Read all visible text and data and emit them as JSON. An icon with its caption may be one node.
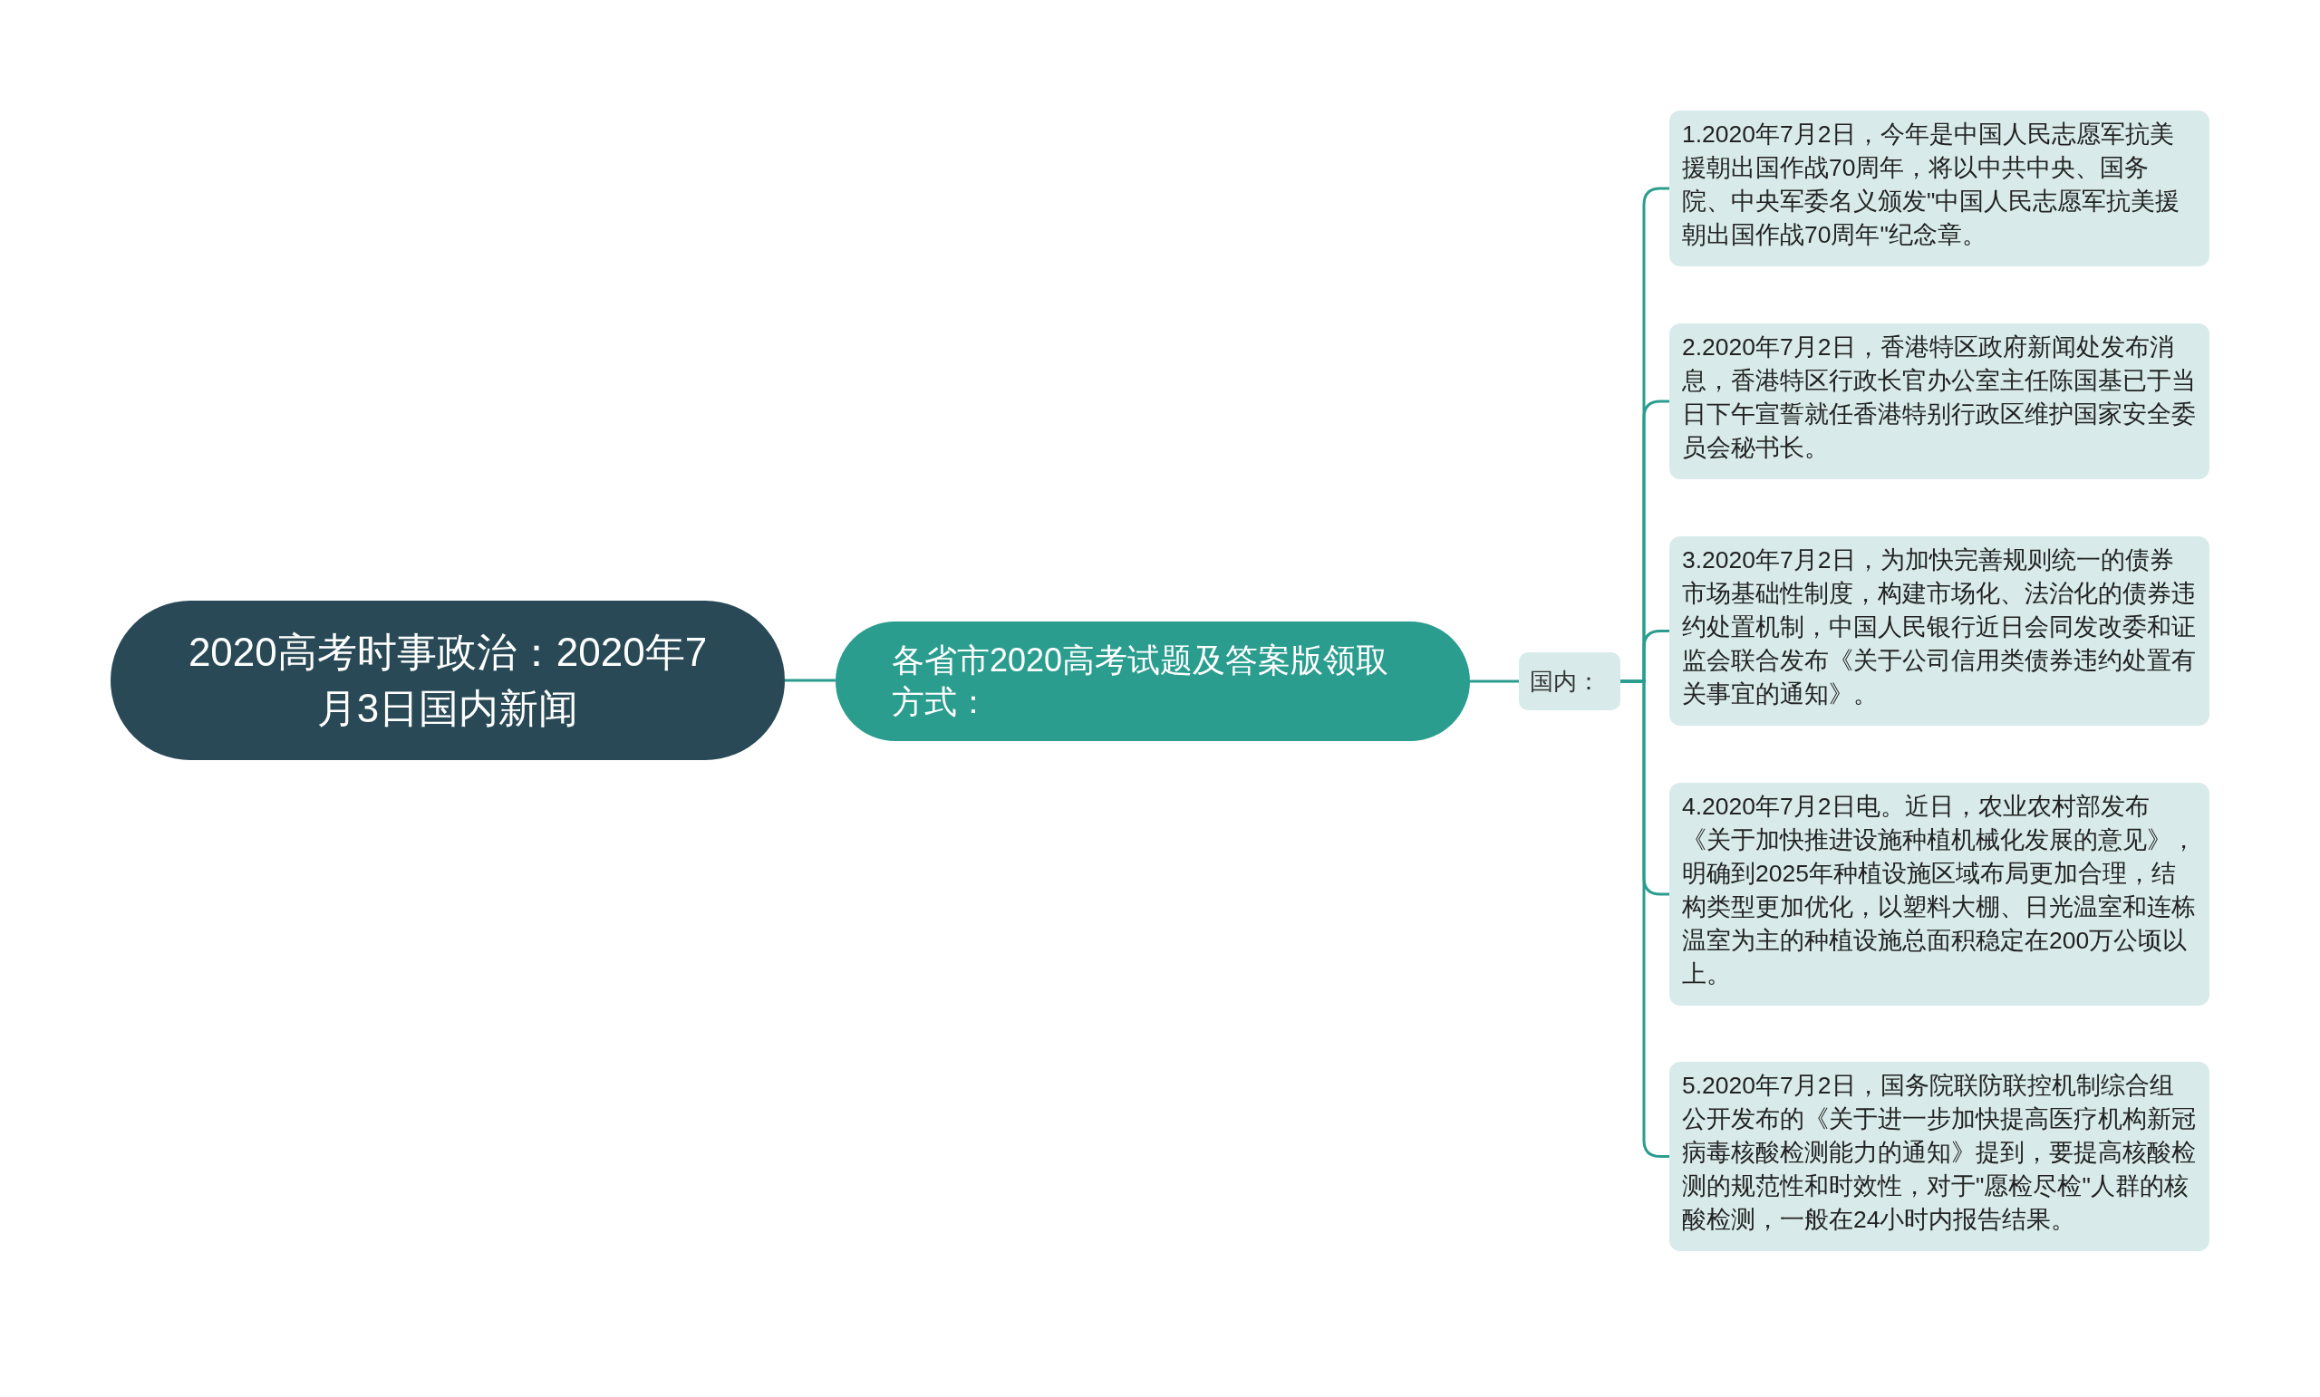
{
  "diagram": {
    "nodes": [
      {
        "text": [
          "2020高考时事政治：2020年7月3日国内新闻"
        ]
      },
      {
        "text": [
          "各省市2020高考试题及答案版领取方式："
        ]
      },
      {
        "text": [
          "国内："
        ]
      },
      {
        "text": [
          "1.2020年7月2日，今年是中国人民志愿军抗美援朝出国作战70周年，将以中共中央、国务院、中央军委名义颁发\"中国人民志愿军抗美援朝出国作战70周年\"纪念章。"
        ]
      },
      {
        "text": [
          "2.2020年7月2日，香港特区政府新闻处发布消息，香港特区行政长官办公室主任陈国基已于当日下午宣誓就任香港特别行政区维护国家安全委员会秘书长。"
        ]
      },
      {
        "text": [
          "3.2020年7月2日，为加快完善规则统一的债券市场基础性制度，构建市场化、法治化的债券违约处置机制，中国人民银行近日会同发改委和证监会联合发布《关于公司信用类债券违约处置有关事宜的通知》。"
        ]
      },
      {
        "text": [
          "4.2020年7月2日电。近日，农业农村部发布《关于加快推进设施种植机械化发展的意见》，明确到2025年种植设施区域布局更加合理，结构类型更加优化，以塑料大棚、日光温室和连栋温室为主的种植设施总面积稳定在200万公顷以上。"
        ]
      },
      {
        "text": [
          "5.2020年7月2日，国务院联防联控机制综合组公开发布的《关于进一步加快提高医疗机构新冠病毒核酸检测能力的通知》提到，要提高核酸检测的规范性和时效性，对于\"愿检尽检\"人群的核酸检测，一般在24小时内报告结果。"
        ]
      }
    ],
    "edges": [
      {
        "from": 0,
        "to": 1,
        "arrow": "none"
      },
      {
        "from": 1,
        "to": 2,
        "arrow": "none"
      },
      {
        "from": 2,
        "to": 3,
        "arrow": "none"
      },
      {
        "from": 2,
        "to": 4,
        "arrow": "none"
      },
      {
        "from": 2,
        "to": 5,
        "arrow": "none"
      },
      {
        "from": 2,
        "to": 6,
        "arrow": "none"
      },
      {
        "from": 2,
        "to": 7,
        "arrow": "none"
      }
    ]
  }
}
